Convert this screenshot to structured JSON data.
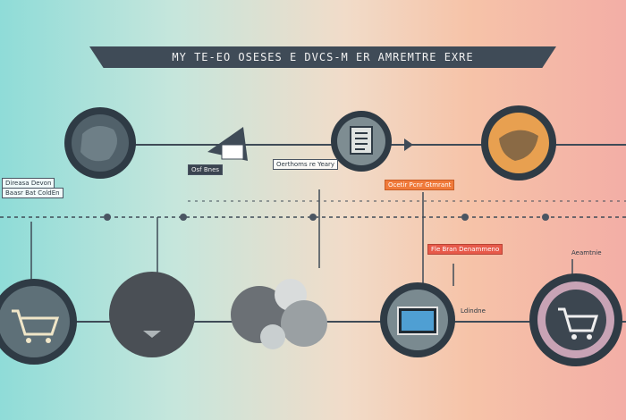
{
  "title": "MY TE-EO OSESES E DVCS-M ER AMREMTRE EXRE",
  "labels": {
    "left_tag_1": "Direasa Devon",
    "left_tag_2": "Baasr Bat ColdEn",
    "mid_tag_1": "Osf Bnes",
    "mid_tag_2": "Oerthoms re Yeary",
    "orange_tag": "Ocetir Pcnr Gtmrant",
    "red_tag": "Fle Bran Denammeno",
    "right_tag": "Ldindne",
    "far_right_tag": "Aeamtnie"
  },
  "icons": {
    "top_left": "globe-icon",
    "top_middle": "document-icon",
    "top_right": "globe-icon",
    "bottom_left": "shopping-cart-icon",
    "bottom_right_1": "laptop-icon",
    "bottom_right_2": "shopping-cart-icon"
  },
  "colors": {
    "line": "#3f4b57",
    "circle": "#2f3b45",
    "accent_orange": "#f07a3a",
    "accent_red": "#e75a4a",
    "accent_orange_globe": "#e8a050"
  }
}
